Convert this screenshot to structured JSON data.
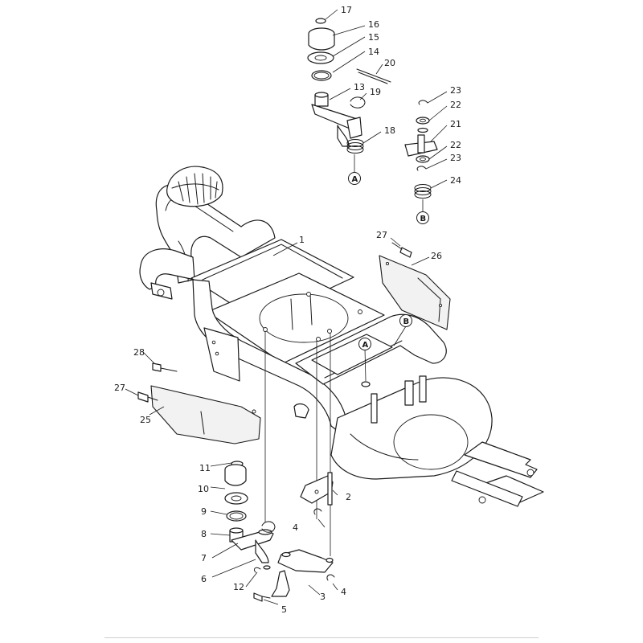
{
  "diagram": {
    "callouts": [
      "1",
      "2",
      "3",
      "4",
      "4",
      "5",
      "6",
      "7",
      "8",
      "9",
      "10",
      "11",
      "12",
      "13",
      "14",
      "15",
      "16",
      "17",
      "18",
      "19",
      "20",
      "21",
      "22",
      "22",
      "23",
      "23",
      "24",
      "25",
      "26",
      "27",
      "27",
      "28"
    ],
    "refs": [
      "A",
      "B",
      "A",
      "B"
    ]
  }
}
